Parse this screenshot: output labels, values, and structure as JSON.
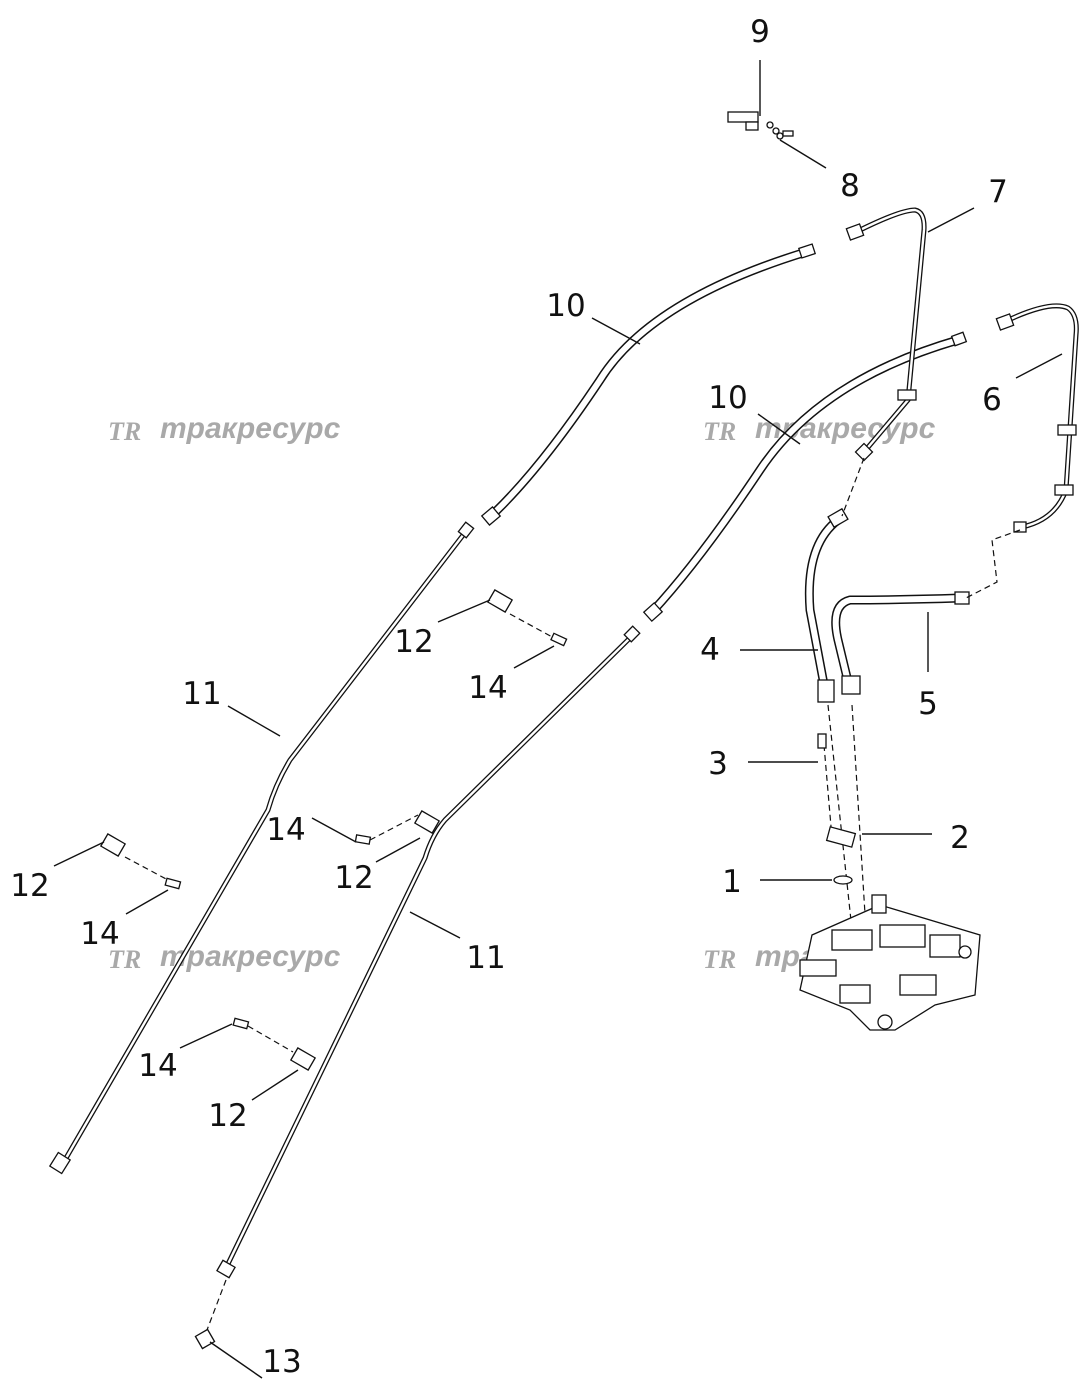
{
  "watermark": {
    "logo": "TR",
    "text": "тракресурс"
  },
  "callouts": {
    "c1": "1",
    "c2": "2",
    "c3": "3",
    "c4": "4",
    "c5": "5",
    "c6": "6",
    "c7": "7",
    "c8": "8",
    "c9": "9",
    "c10": "10",
    "c11": "11",
    "c12": "12",
    "c13": "13",
    "c14": "14"
  }
}
